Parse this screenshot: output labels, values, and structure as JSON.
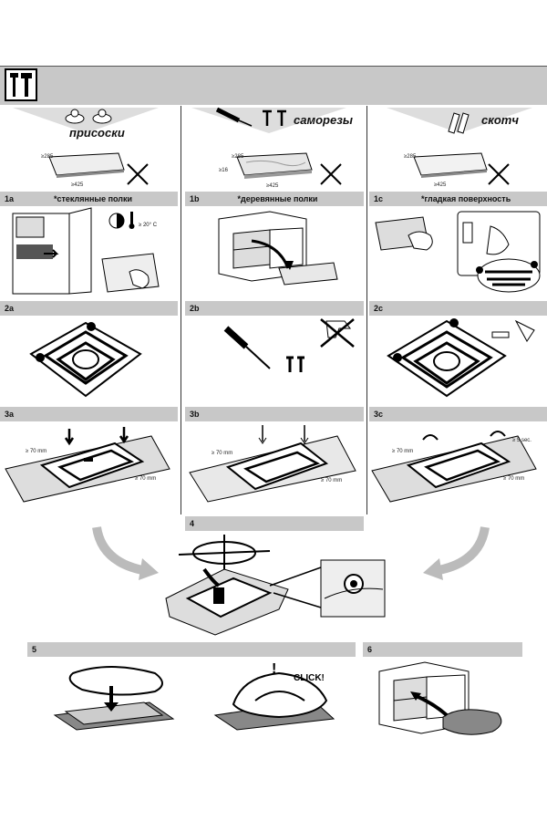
{
  "methods": [
    {
      "id": "a",
      "title": "присоски",
      "dims": [
        "≥285",
        "≥425"
      ]
    },
    {
      "id": "b",
      "title": "саморезы",
      "dims": [
        "≥285",
        "≥16",
        "≥425"
      ]
    },
    {
      "id": "c",
      "title": "скотч",
      "dims": [
        "≥285",
        "≥425"
      ]
    }
  ],
  "steps": {
    "s1a": {
      "num": "1a",
      "caption": "*стеклянные полки",
      "temp": "≥ 20° C"
    },
    "s1b": {
      "num": "1b",
      "caption": "*деревянные полки"
    },
    "s1c": {
      "num": "1c",
      "caption": "*гладкая поверхность"
    },
    "s2a": {
      "num": "2a"
    },
    "s2b": {
      "num": "2b"
    },
    "s2c": {
      "num": "2c"
    },
    "s3a": {
      "num": "3a",
      "d1": "≥ 70 mm",
      "d2": "≥ 70 mm"
    },
    "s3b": {
      "num": "3b",
      "d1": "≥ 70 mm",
      "d2": "≥ 70 mm"
    },
    "s3c": {
      "num": "3c",
      "d1": "≥ 70 mm",
      "d2": "≥ 70 mm",
      "time": "≥ 5 sec."
    },
    "s4": {
      "num": "4"
    },
    "s5": {
      "num": "5",
      "click": "CLICK!",
      "excl": "!"
    },
    "s6": {
      "num": "6"
    }
  },
  "colors": {
    "bar": "#c8c8c8",
    "line": "#333333"
  }
}
